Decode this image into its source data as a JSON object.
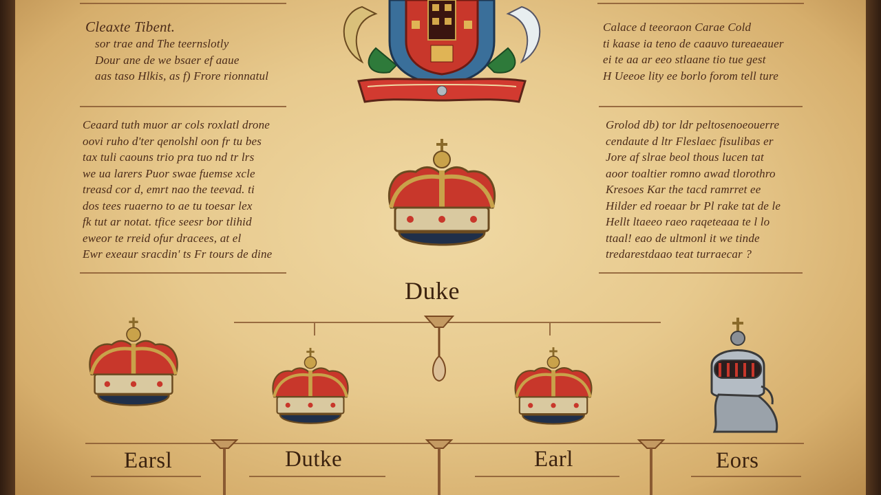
{
  "left_heading": "Cleaxte Tibent.",
  "left_upper_lines": [
    "sor trae and The teernslotly",
    "Dour ane de we bsaer ef aaue",
    "aas taso Hlkis, as f) Frore rionnatul"
  ],
  "left_lower_lines": [
    "Ceaard tuth muor ar cols roxlatl drone",
    "oovi ruho d'ter qenolshl oon fr tu bes",
    "tax tuli caouns trio pra tuo nd tr lrs",
    "we ua larers Puor swae fuemse xcle",
    "treasd cor d, emrt nao the teevad. ti",
    "dos tees ruaerno to ae tu toesar lex",
    "fk tut ar notat. tfice seesr bor tlihid",
    "eweor te rreid ofur dracees, at el",
    "Ewr exeaur sracdin' ts Fr tours de dine"
  ],
  "right_upper_lines": [
    "Calace d teeoraon Carae Cold",
    "ti kaase ia teno de caauvo tureaeauer",
    "ei te aa ar eeo stlaane tio tue gest",
    "H Ueeoe lity ee borlo forom tell ture"
  ],
  "right_lower_lines": [
    "Grolod db) tor ldr peltosenoeouerre",
    "cendaute d ltr Fleslaec fisulibas er",
    "Jore af slrae beol thous lucen tat",
    "aoor toaltier romno awad tlorothro",
    "Kresoes Kar the tacd ramrret ee",
    "Hilder ed roeaar br Pl rake tat de le",
    "Hellt ltaeeo raeo raqeteaaa te l lo",
    "ttaal! eao de ultmonl it we tinde",
    "tredarestdaao teat turraecar ?"
  ],
  "center_label": "Duke",
  "bottom_labels": [
    "Earsl",
    "Dutke",
    "Earl",
    "Eors"
  ],
  "icons": [
    "coat-of-arms-icon",
    "crown-icon",
    "helmet-icon"
  ],
  "colors": {
    "parchment": "#e9cd94",
    "ink": "#4a2a18",
    "crown_red": "#c8372b",
    "crown_gold": "#c9a24a",
    "crown_band": "#1f2f4a"
  }
}
